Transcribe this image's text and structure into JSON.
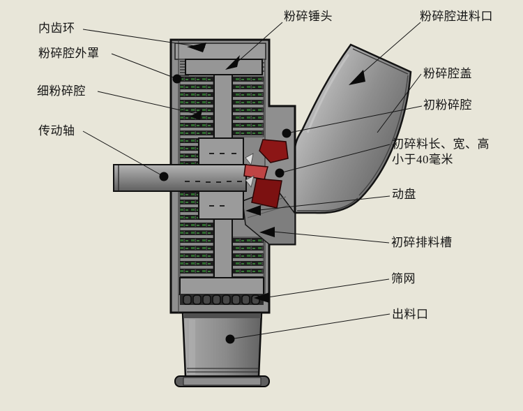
{
  "diagram": {
    "kind": "technical-structure-diagram",
    "subject": "crusher-machine-section-view"
  },
  "callouts": [
    {
      "id": "inner-gear-ring",
      "text": "内齿环"
    },
    {
      "id": "crushing-chamber-outer-cover",
      "text": "粉碎腔外罩"
    },
    {
      "id": "fine-crushing-chamber",
      "text": "细粉碎腔"
    },
    {
      "id": "drive-shaft",
      "text": "传动轴"
    },
    {
      "id": "crushing-hammer-head",
      "text": "粉碎锤头"
    },
    {
      "id": "crushing-chamber-feed-inlet",
      "text": "粉碎腔进料口"
    },
    {
      "id": "crushing-chamber-cover",
      "text": "粉碎腔盖"
    },
    {
      "id": "primary-crushing-chamber",
      "text": "初粉碎腔"
    },
    {
      "id": "primary-material-size",
      "text": "初碎料长、宽、高\n小于40毫米"
    },
    {
      "id": "moving-disc",
      "text": "动盘"
    },
    {
      "id": "primary-discharge-chute",
      "text": "初碎排料槽"
    },
    {
      "id": "screen-mesh",
      "text": "筛网"
    },
    {
      "id": "discharge-outlet",
      "text": "出料口"
    }
  ],
  "colors": {
    "background": "#e8e6d9",
    "casing_gray": "#8f8f8f",
    "panel_gray": "#888888",
    "teeth_dark": "#1d1d1d",
    "teeth_fleck_green": "#2e6b2e",
    "rotor_red_dark": "#8c1616",
    "rotor_red_bright": "#bf4444",
    "outline": "#141414"
  }
}
